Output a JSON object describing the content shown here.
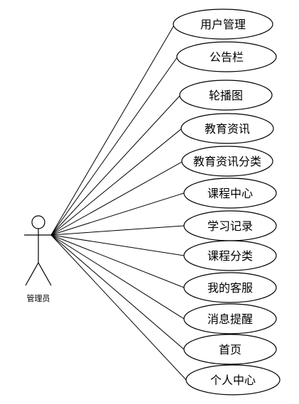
{
  "actor": {
    "label": "管理员"
  },
  "use_cases": [
    {
      "label": "用户管理"
    },
    {
      "label": "公告栏"
    },
    {
      "label": "轮播图"
    },
    {
      "label": "教育资讯"
    },
    {
      "label": "教育资讯分类"
    },
    {
      "label": "课程中心"
    },
    {
      "label": "学习记录"
    },
    {
      "label": "课程分类"
    },
    {
      "label": "我的客服"
    },
    {
      "label": "消息提醒"
    },
    {
      "label": "首页"
    },
    {
      "label": "个人中心"
    }
  ]
}
